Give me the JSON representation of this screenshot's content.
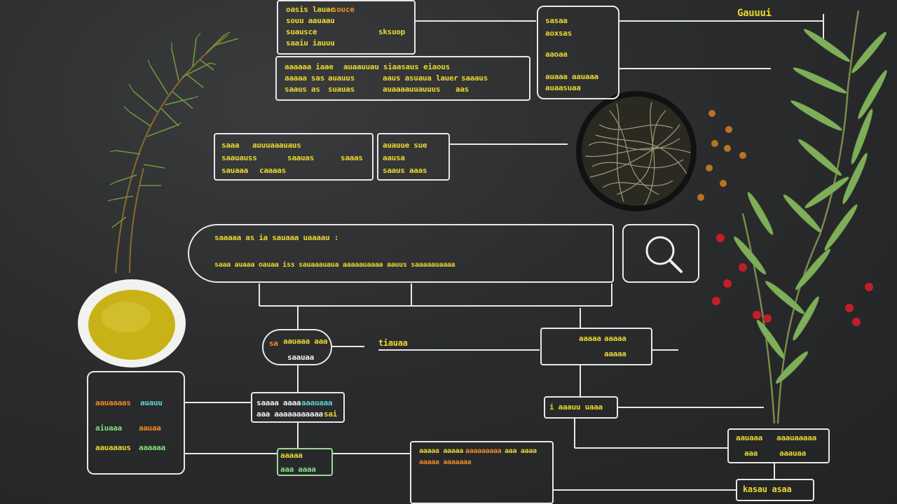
{
  "header": {
    "corner_title": "Gauuui"
  },
  "top_box": {
    "line1a": "oasis lauac",
    "line1b": "souce",
    "line2": "souu aauaau",
    "line3": "suausce",
    "line3b": "sksuop",
    "line4": "saaiu iauuu"
  },
  "top_wide_box": {
    "r1a": "aaaaaa iaae",
    "r1b": "auaauuau siaasaus",
    "r1c": "eiaous",
    "r2a": "aaaaa sas",
    "r2b": "auauus",
    "r2c": "aaus asuaua",
    "r2d": "lauer",
    "r2e": "saaaus",
    "r3a": "saaus as",
    "r3b": "suauas",
    "r3c": "auaaaauuauuus",
    "r3d": "aas"
  },
  "right_top_box": {
    "l1": "sasaa",
    "l2": "aoxsas",
    "l3": "aaoaa",
    "l4": "auaaa aauaaa",
    "l5": "auaasuaa"
  },
  "mid_box_left": {
    "r1": "saaa",
    "r1b": "auuuaaauaus",
    "r2": "saauauss",
    "r2b": "saauas",
    "r2c": "saaas",
    "r3": "sauaaa",
    "r3b": "caaaas"
  },
  "mid_box_right": {
    "r1": "auauue sue",
    "r2": "aausa",
    "r3": "saaus aaas"
  },
  "search_bar": {
    "line1": "saaaaa as ia sauaaa uaaaau :",
    "line2": "saaa auaaa  oauaa iss sauaaauaua aaaaauaaaa  aauus  saaaaauaaaa"
  },
  "search_button": {
    "icon": "search-icon"
  },
  "flow": {
    "pill_text1": "aauaaa aaa",
    "pill_text2": "saauaa",
    "pill_prefix": "sa",
    "mid_label": "tiauaa",
    "node_right_a": "aaaaa",
    "node_right_b": "aaaaa",
    "node_right_c": "aaaaa",
    "node_mid_a": "saaaa aaaa",
    "node_mid_b": "aaauaaa",
    "node_mid_c": "aaa aaaaaaaaaaa",
    "node_mid_d": "sai",
    "node_small": "i aaauu uaaa",
    "left_panel": [
      "aauaaaas",
      "auauu",
      "aiuaaa",
      "aauaa",
      "aauaaaus",
      "aaaaaa"
    ],
    "bottom_small_a": "aaaaa",
    "bottom_small_b": "aaa aaaa",
    "bottom_panel_l1a": "aaaaa aaaaa",
    "bottom_panel_l1b": "aaaaaaaaa",
    "bottom_panel_l1c": "aaa aaaa",
    "bottom_panel_l2": "aaaaa aaaaaaa",
    "right_node_a": "aauaaa",
    "right_node_b": "aaauaaaaa",
    "right_node_c": "aaa",
    "right_node_d": "aaauaa",
    "corner_box": "kasau asaa"
  },
  "colors": {
    "chalk": "#e8e8e8",
    "yellow": "#e9d82f",
    "orange": "#f08a24",
    "green": "#7fe07a",
    "cyan": "#5fd3d0",
    "board": "#2b2c2e",
    "oil": "#c9b218"
  }
}
